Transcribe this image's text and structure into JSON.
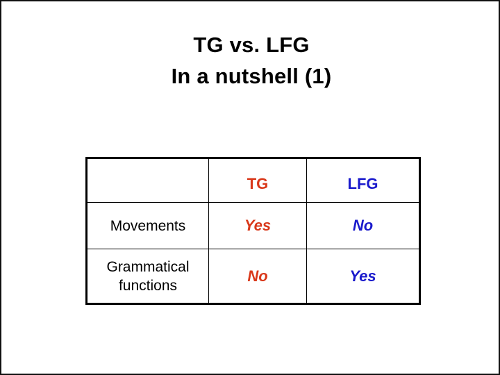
{
  "slide": {
    "title_lines": [
      "TG vs. LFG",
      "In a nutshell (1)"
    ]
  },
  "colors": {
    "tg_accent": "#d9381a",
    "lfg_accent": "#1a1acc",
    "text": "#000000",
    "background": "#ffffff",
    "border": "#000000",
    "frame_border": "#111111"
  },
  "table": {
    "columns": [
      {
        "key": "label",
        "header": ""
      },
      {
        "key": "tg",
        "header": "TG"
      },
      {
        "key": "lfg",
        "header": "LFG"
      }
    ],
    "rows": [
      {
        "label": "Movements",
        "tg": "Yes",
        "lfg": "No"
      },
      {
        "label": "Grammatical functions",
        "tg": "No",
        "lfg": "Yes"
      }
    ]
  },
  "chart_data": {
    "type": "table",
    "title": "TG vs. LFG In a nutshell (1)",
    "categories": [
      "Movements",
      "Grammatical functions"
    ],
    "series": [
      {
        "name": "TG",
        "values": [
          "Yes",
          "No"
        ]
      },
      {
        "name": "LFG",
        "values": [
          "No",
          "Yes"
        ]
      }
    ],
    "legend": [
      "TG",
      "LFG"
    ],
    "xlabel": "",
    "ylabel": "",
    "grid": true
  }
}
